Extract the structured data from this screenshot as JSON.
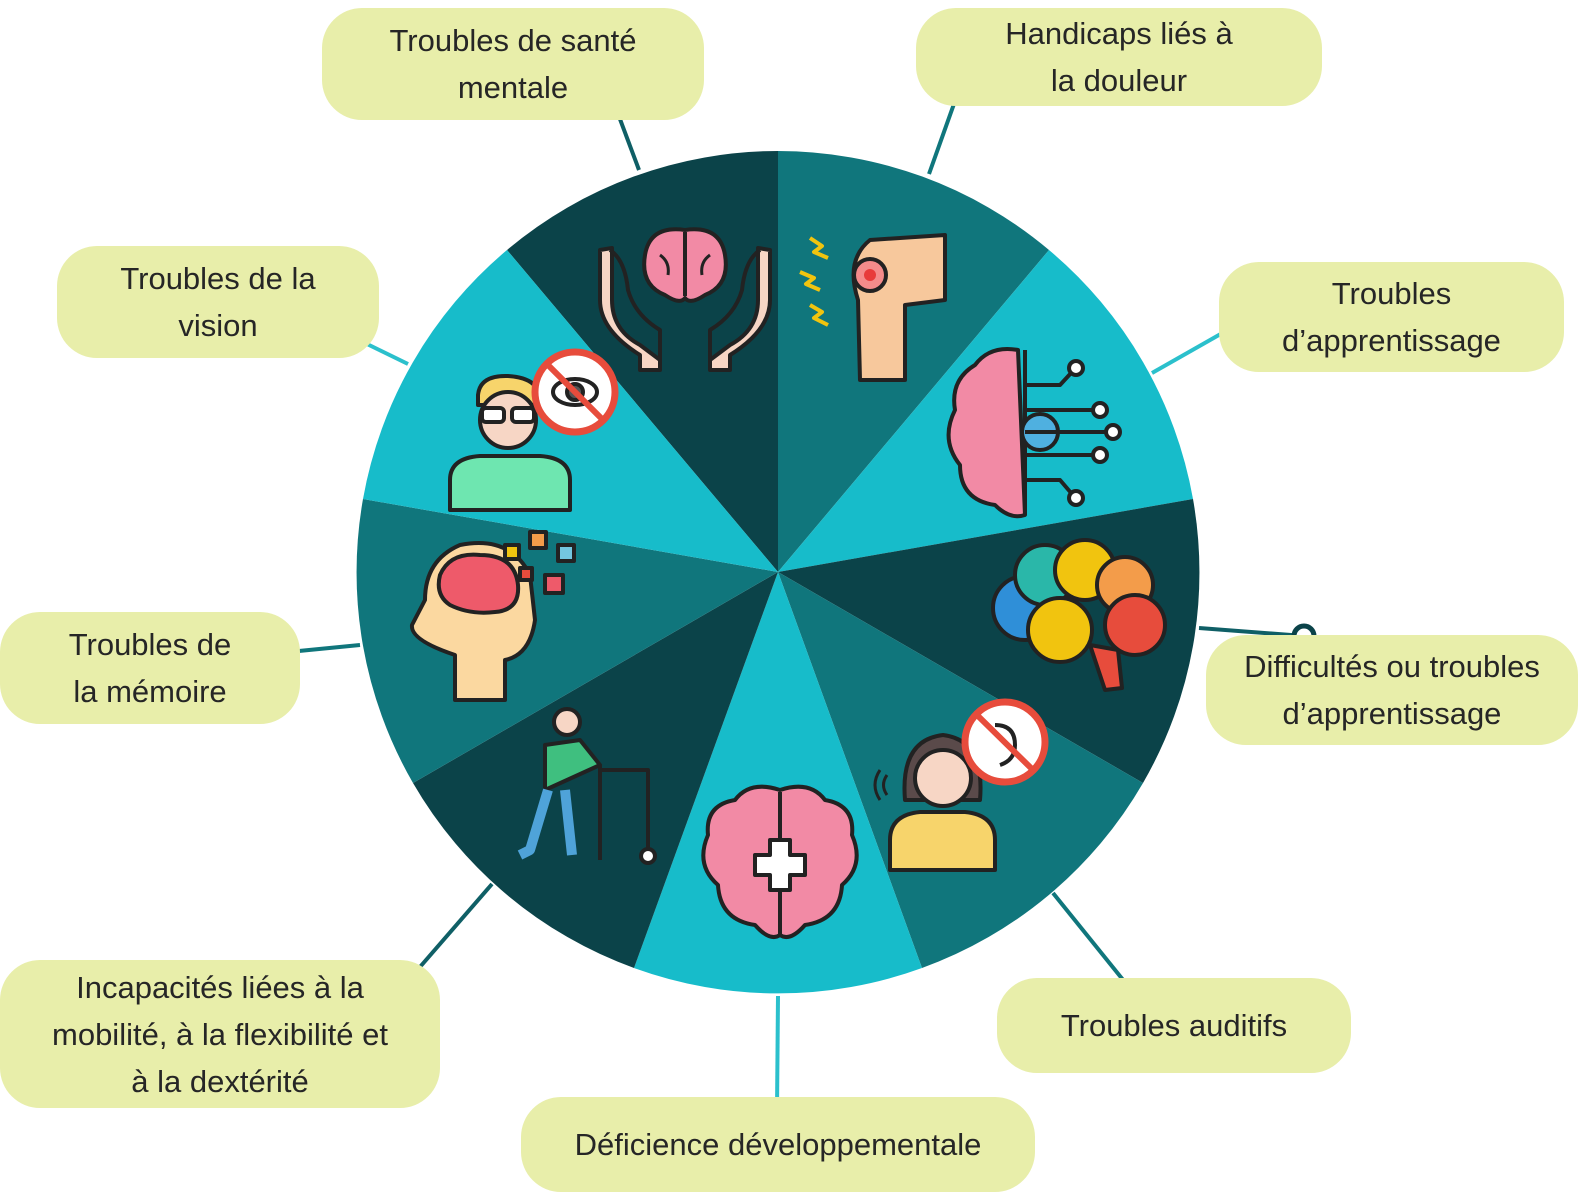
{
  "labels": {
    "mental_health": [
      "Troubles de santé",
      "mentale"
    ],
    "pain": [
      "Handicaps liés à",
      "la douleur"
    ],
    "learning_disorders": [
      "Troubles",
      "d’apprentissage"
    ],
    "learning_difficulties": [
      "Difficultés ou troubles",
      "d’apprentissage"
    ],
    "hearing": [
      "Troubles auditifs"
    ],
    "developmental": [
      "Déficience développementale"
    ],
    "mobility": [
      "Incapacités liées à la",
      "mobilité, à la flexibilité et",
      "à la dextérité"
    ],
    "memory": [
      "Troubles de",
      "la mémoire"
    ],
    "vision": [
      "Troubles de la",
      "vision"
    ]
  },
  "colors": {
    "dark": "#0b4349",
    "mid": "#10767c",
    "light": "#17bcca",
    "label_bg": "#e8eeaa",
    "connector_dark": "#0f5f66",
    "connector_light": "#2bc0cc"
  },
  "icons": [
    "brain-in-hands-icon",
    "knee-pain-icon",
    "digital-brain-icon",
    "colorful-brain-icon",
    "deaf-person-icon",
    "brain-plus-icon",
    "person-walker-icon",
    "head-memory-icon",
    "person-blind-icon"
  ]
}
